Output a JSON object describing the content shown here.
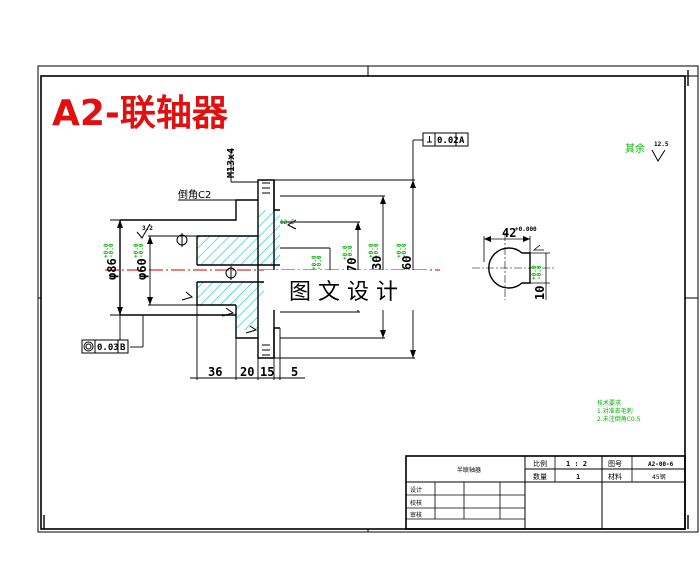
{
  "drawing": {
    "title": "A2-联轴器",
    "colors": {
      "title_red": "#e01010",
      "ink": "#000000",
      "green": "#00b400",
      "cyan": "#00c8d8",
      "center_red": "#d00000"
    }
  },
  "part_view": {
    "thread_label": "M13x4",
    "chamfer_note": "倒角C2",
    "dim_d86": "φ86",
    "dim_d60": "φ60",
    "dim_d70": "70",
    "dim_d30": "30",
    "dim_d60_right": "60",
    "dim_36": "36",
    "dim_20": "20",
    "dim_15": "15",
    "dim_5": "5",
    "bore_symbol": "φ",
    "roughness_left": "3.2",
    "roughness_right": "12.5",
    "tol_flatness_value": "0.02",
    "tol_flatness_datum": "A",
    "tol_runout_value": "0.03",
    "tol_runout_datum": "B"
  },
  "keyway_view": {
    "dim_width": "42",
    "dim_width_tol": "+0.000",
    "dim_depth": "10"
  },
  "notes": {
    "rest_roughness_label": "其余",
    "rest_roughness_value": "12.5",
    "tech_req_title": "技术要求",
    "tech_req_1": "1.对准去毛刺",
    "tech_req_2": "2.未注倒角C0.5"
  },
  "watermark": {
    "text": "图文设计"
  },
  "title_block": {
    "part_name": "半联轴器",
    "scale_label": "比例",
    "scale_value": "1 : 2",
    "drawing_no_label": "图号",
    "drawing_no_value": "A2-00-6",
    "qty_label": "数量",
    "qty_value": "1",
    "material_label": "材料",
    "material_value": "45钢",
    "designer_label": "设计",
    "checker_label": "校核",
    "approver_label": "审核"
  }
}
